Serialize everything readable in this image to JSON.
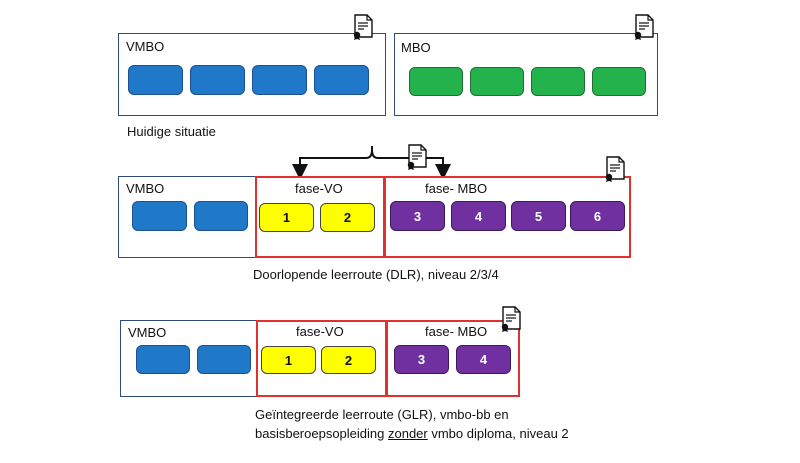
{
  "top": {
    "vmbo_label": "VMBO",
    "mbo_label": "MBO",
    "caption": "Huidige situatie"
  },
  "dlr": {
    "vmbo_label": "VMBO",
    "fase_vo_label": "fase-VO",
    "fase_mbo_label": "fase- MBO",
    "vo_blocks": [
      "1",
      "2"
    ],
    "mbo_blocks": [
      "3",
      "4",
      "5",
      "6"
    ],
    "caption": "Doorlopende leerroute (DLR), niveau 2/3/4"
  },
  "glr": {
    "vmbo_label": "VMBO",
    "fase_vo_label": "fase-VO",
    "fase_mbo_label": "fase- MBO",
    "vo_blocks": [
      "1",
      "2"
    ],
    "mbo_blocks": [
      "3",
      "4"
    ],
    "caption_line1": "Geïntegreerde leerroute (GLR), vmbo-bb en",
    "caption_line2_before": "basisberoepsopleiding ",
    "caption_line2_underlined": "zonder",
    "caption_line2_after": " vmbo diploma, niveau 2"
  },
  "colors": {
    "vmbo_blue": "#1f78c8",
    "mbo_green": "#23b24b",
    "vo_yellow": "#ffff00",
    "mbo_purple": "#7030a0",
    "border_red": "#e03030",
    "border_navy": "#2e4a80"
  },
  "icons": [
    "certificate-icon"
  ]
}
